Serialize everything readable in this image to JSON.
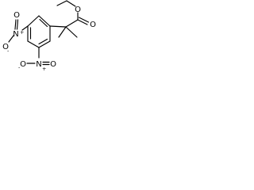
{
  "structure": {
    "atoms": {
      "nitro_left_n": "N",
      "nitro_left_n_charge": "+",
      "nitro_left_o_top": "O",
      "nitro_left_o_bottom": "O",
      "nitro_left_o_bottom_charge": "-",
      "nitro_bottom_n": "N",
      "nitro_bottom_n_charge": "+",
      "nitro_bottom_o_left": "O",
      "nitro_bottom_o_left_charge": "-",
      "nitro_bottom_o_right": "O",
      "ester_o_ether": "O",
      "ester_o_carbonyl": "O"
    }
  }
}
